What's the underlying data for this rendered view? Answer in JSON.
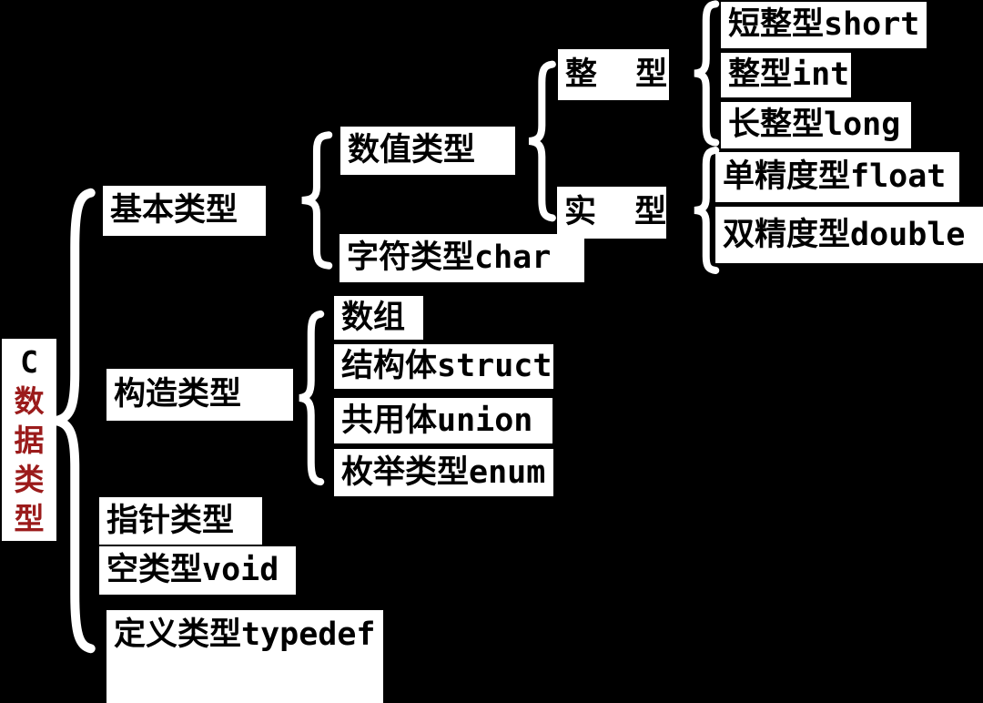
{
  "colors": {
    "background": "#000000",
    "box-bg": "#ffffff",
    "text": "#000000",
    "accent-red": "#9B1B1B"
  },
  "root": {
    "prefix": "C",
    "label": "数据类型"
  },
  "nodes": {
    "basic": "基本类型",
    "numeric": "数值类型",
    "char": "字符类型char",
    "integer": "整  型",
    "real": "实  型",
    "short": "短整型short",
    "int": "整型int",
    "long": "长整型long",
    "float": "单精度型float",
    "double": "双精度型double",
    "construct": "构造类型",
    "array": "数组",
    "struct": "结构体struct",
    "union": "共用体union",
    "enum": "枚举类型enum",
    "pointer": "指针类型",
    "void": "空类型void",
    "typedef": "定义类型typedef"
  }
}
